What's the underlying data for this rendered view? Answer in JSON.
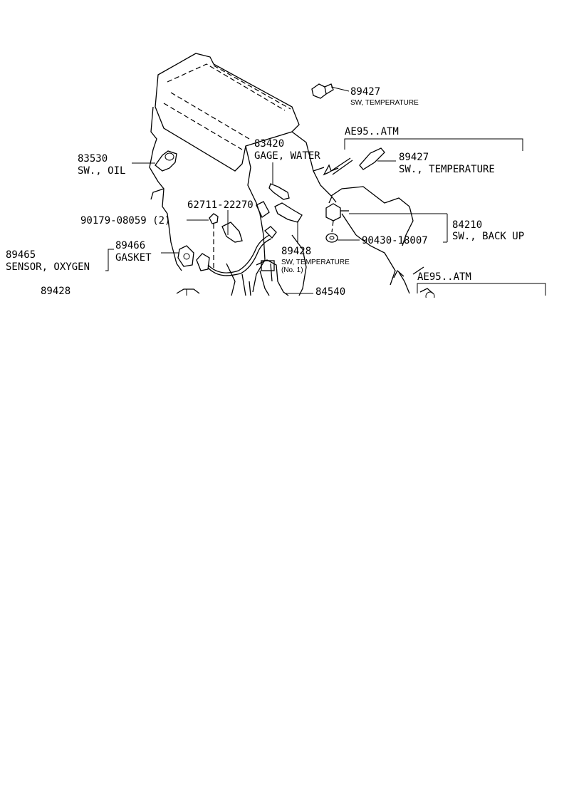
{
  "labels": {
    "p89427_top_num": "89427",
    "p89427_top_name": "SW, TEMPERATURE",
    "ae95_atm_top": "AE95..ATM",
    "p83420_num": "83420",
    "p83420_name": "GAGE, WATER",
    "p83530_num": "83530",
    "p83530_name": "SW., OIL",
    "p89427_right_num": "89427",
    "p89427_right_name": "SW., TEMPERATURE",
    "p62711_num": "62711-22270",
    "p90179_num": "90179-08059 (2)",
    "p84210_num": "84210",
    "p84210_name": "SW., BACK UP",
    "p90430_num": "90430-18007",
    "p89466_num": "89466",
    "p89466_name": "GASKET",
    "p89465_num": "89465",
    "p89465_name": "SENSOR, OXYGEN",
    "p89428_num": "89428",
    "p89428_name": "SW, TEMPERATURE",
    "p89428_sub": "(No. 1)",
    "p89428_left_num": "89428",
    "p84540_num": "84540",
    "ae95_atm_bottom": "AE95..ATM"
  },
  "icons": {
    "engine": "engine-block-outline",
    "arrow_top": "direction-arrow-icon",
    "arrow_bottom": "direction-arrow-icon"
  }
}
